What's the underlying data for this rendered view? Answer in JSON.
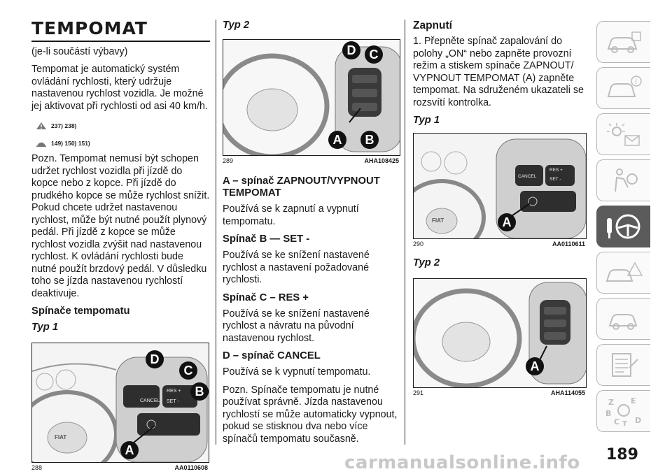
{
  "title": "TEMPOMAT",
  "col1": {
    "p1": "(je-li součástí výbavy)",
    "p2": "Tempomat je automatický systém ovládání rychlosti, který udržuje nastavenou rychlost vozidla. Je možné jej aktivovat při rychlosti od asi 40 km/h.",
    "warn1": "237) 238)",
    "warn2": "149) 150) 151)",
    "p3": "Pozn. Tempomat nemusí být schopen udržet rychlost vozidla při jízdě do kopce nebo z kopce. Při jízdě do prudkého kopce se může rychlost snížit. Pokud chcete udržet nastavenou rychlost, může být nutné použít plynový pedál. Při jízdě z kopce se může rychlost vozidla zvýšit nad nastavenou rychlost. K ovládání rychlosti bude nutné použít brzdový pedál. V důsledku toho se jízda nastavenou rychlostí deaktivuje.",
    "h1": "Spínače tempomatu",
    "typ1": "Typ 1",
    "fig_no": "288",
    "fig_code": "AA0110608"
  },
  "col2": {
    "typ2": "Typ 2",
    "fig_no": "289",
    "fig_code": "AHA108425",
    "h_a": "A – spínač ZAPNOUT/VYPNOUT TEMPOMAT",
    "p_a": "Používá se k zapnutí a vypnutí tempomatu.",
    "h_b": "Spínač B — SET -",
    "p_b": "Používá se ke snížení nastavené rychlost a nastavení požadované rychlosti.",
    "h_c": "Spínač C – RES +",
    "p_c": "Používá se ke snížení nastavené rychlost a návratu na původní nastavenou rychlost.",
    "h_d": "D – spínač CANCEL",
    "p_d": "Používá se k vypnutí tempomatu.",
    "p_note": "Pozn. Spínače tempomatu je nutné používat správně. Jízda nastavenou rychlostí se může automaticky vypnout, pokud se stisknou dva nebo více spínačů tempomatu současně."
  },
  "col3": {
    "h_on": "Zapnutí",
    "p_on": "1. Přepněte spínač zapalování do polohy „ON“ nebo zapněte provozní režim a stiskem spínače ZAPNOUT/ VYPNOUT TEMPOMAT (A) zapněte tempomat. Na sdruženém ukazateli se rozsvítí kontrolka.",
    "typ1": "Typ 1",
    "fig1_no": "290",
    "fig1_code": "AA0110611",
    "typ2": "Typ 2",
    "fig2_no": "291",
    "fig2_code": "AHA114055"
  },
  "labels": {
    "A": "A",
    "B": "B",
    "C": "C",
    "D": "D",
    "cancel": "CANCEL",
    "res": "RES +",
    "set": "SET -",
    "fiat": "FIAT",
    "tab_e": "E",
    "tab_z": "Z",
    "tab_b": "B",
    "tab_c": "C",
    "tab_t": "T",
    "tab_d": "D"
  },
  "page_number": "189",
  "watermark": "carmanualsonline.info",
  "icons": [
    "warning-icon",
    "car-info-icon",
    "car-safety-icon",
    "light-mail-icon",
    "airbag-person-icon",
    "steering-key-icon",
    "car-warning-icon",
    "car-service-icon",
    "document-list-icon",
    "alphabet-index-icon"
  ]
}
